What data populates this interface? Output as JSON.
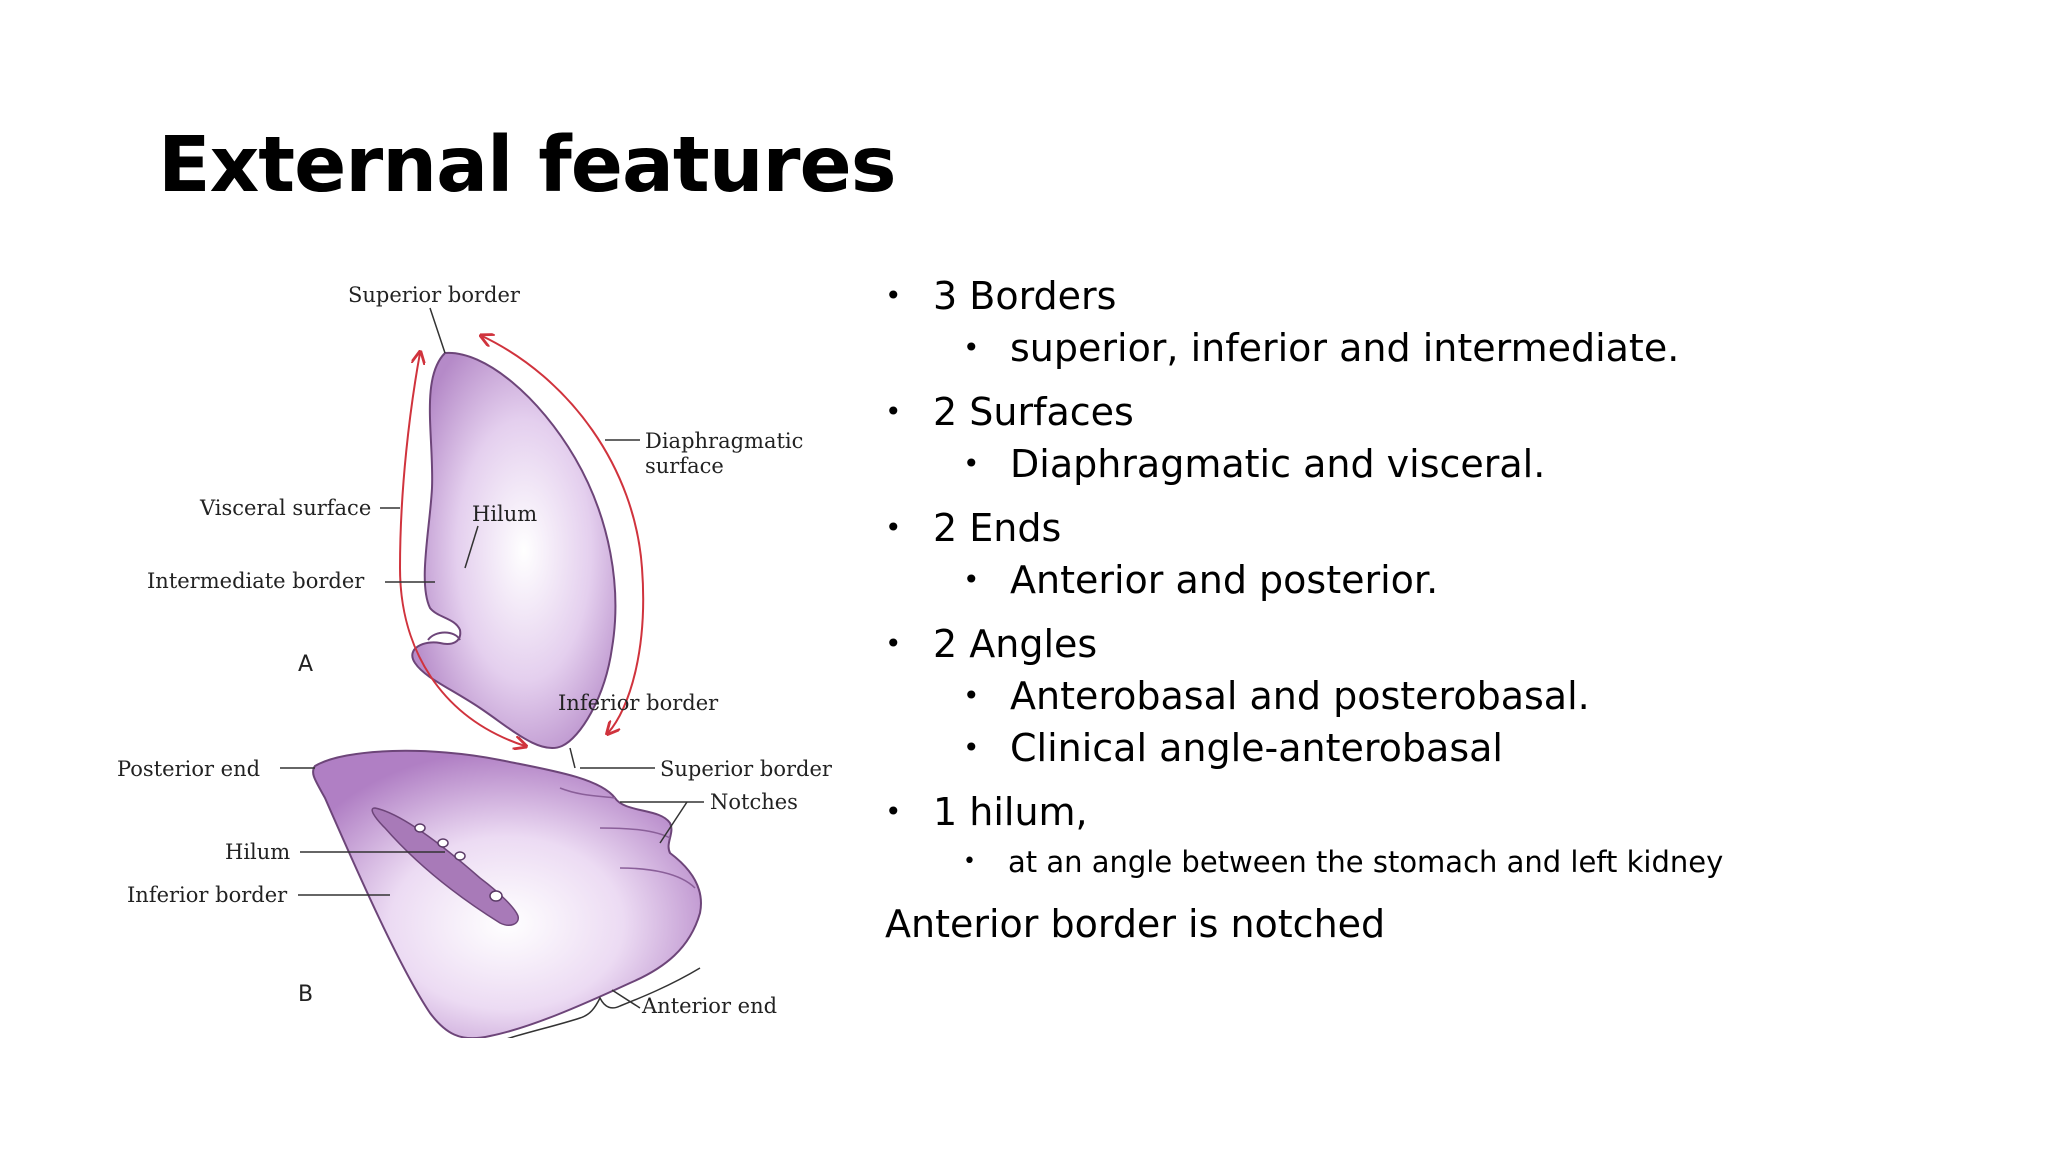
{
  "slide": {
    "title": "External features",
    "bullets": [
      {
        "level": 1,
        "text": "3 Borders"
      },
      {
        "level": 2,
        "text": "superior, inferior and intermediate."
      },
      {
        "level": 1,
        "text": "2 Surfaces"
      },
      {
        "level": 2,
        "text": "Diaphragmatic and visceral."
      },
      {
        "level": 1,
        "text": "2 Ends"
      },
      {
        "level": 2,
        "text": "Anterior and posterior."
      },
      {
        "level": 1,
        "text": "2 Angles"
      },
      {
        "level": 2,
        "text": "Anterobasal and posterobasal."
      },
      {
        "level": 2,
        "text": "Clinical angle-anterobasal"
      },
      {
        "level": 1,
        "text": "1 hilum,"
      },
      {
        "level": 3,
        "text": "at an angle between the stomach and left kidney"
      },
      {
        "level": 0,
        "text": "Anterior border is notched"
      }
    ],
    "bullet_symbol": "•"
  },
  "figure": {
    "panel_a": {
      "letter": "A",
      "labels": {
        "superior_border": "Superior border",
        "diaphragmatic_line1": "Diaphragmatic",
        "diaphragmatic_line2": "surface",
        "visceral_surface": "Visceral surface",
        "hilum": "Hilum",
        "intermediate_border": "Intermediate border",
        "inferior_border": "Inferior border"
      }
    },
    "panel_b": {
      "letter": "B",
      "labels": {
        "posterior_end": "Posterior end",
        "superior_border": "Superior border",
        "notches": "Notches",
        "hilum": "Hilum",
        "inferior_border": "Inferior border",
        "anterior_end": "Anterior end"
      }
    },
    "colors": {
      "organ_fill": "#c9a6d9",
      "organ_edge": "#6d4579",
      "arrow": "#d0333d",
      "leader": "#333333"
    }
  }
}
